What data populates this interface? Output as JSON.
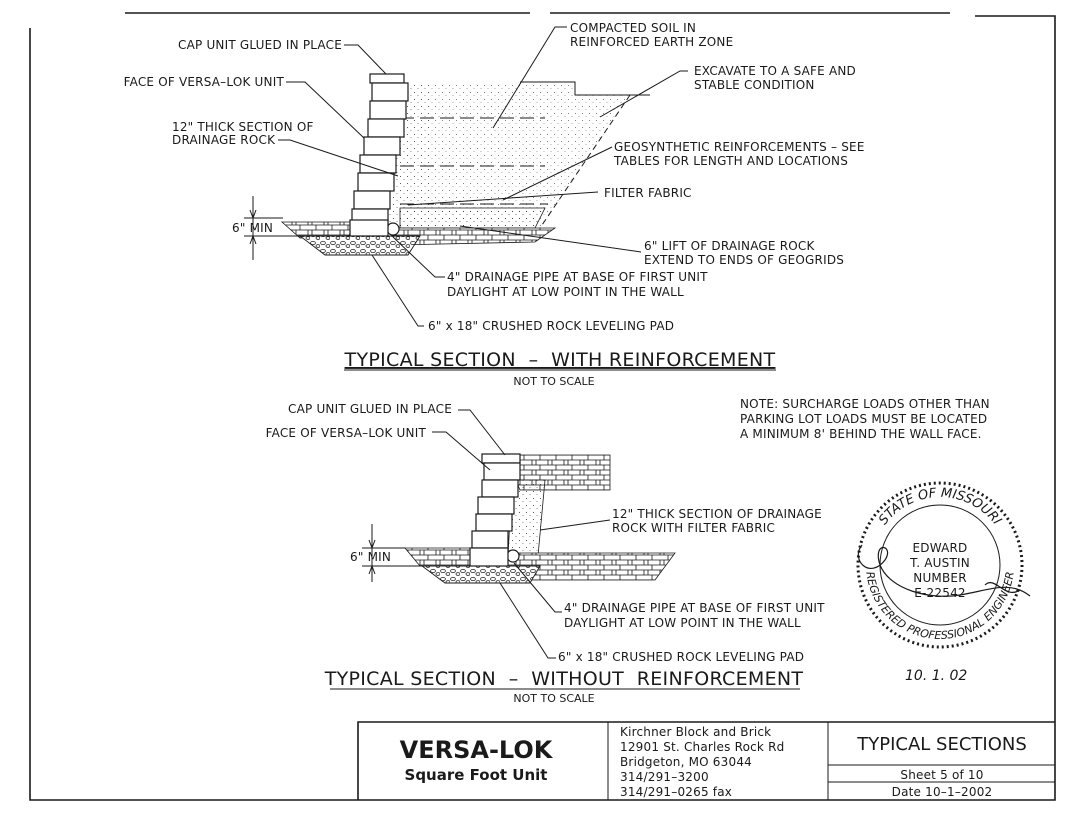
{
  "section_with": {
    "labels": {
      "cap": "CAP UNIT GLUED IN PLACE",
      "face": "FACE OF VERSA–LOK UNIT",
      "drain1": "12\" THICK SECTION OF",
      "drain2": "DRAINAGE ROCK",
      "soil1": "COMPACTED SOIL IN",
      "soil2": "REINFORCED EARTH ZONE",
      "excavate1": "EXCAVATE TO A SAFE AND",
      "excavate2": "STABLE CONDITION",
      "geo1": "GEOSYNTHETIC REINFORCEMENTS – SEE",
      "geo2": "TABLES FOR LENGTH AND LOCATIONS",
      "filter": "FILTER FABRIC",
      "min": "6\" MIN",
      "lift1": "6\" LIFT OF DRAINAGE ROCK",
      "lift2": "EXTEND TO ENDS OF GEOGRIDS",
      "pipe1": "4\" DRAINAGE PIPE AT BASE OF FIRST UNIT",
      "pipe2": "DAYLIGHT AT LOW POINT IN THE WALL",
      "pad": "6\" x 18\" CRUSHED ROCK LEVELING PAD"
    },
    "title": "TYPICAL SECTION  –  WITH REINFORCEMENT",
    "scale": "NOT TO SCALE"
  },
  "section_without": {
    "labels": {
      "cap": "CAP UNIT GLUED IN PLACE",
      "face": "FACE OF VERSA–LOK UNIT",
      "drain1": "12\" THICK SECTION OF DRAINAGE",
      "drain2": "ROCK WITH FILTER FABRIC",
      "min": "6\" MIN",
      "pipe1": "4\" DRAINAGE PIPE AT BASE OF FIRST UNIT",
      "pipe2": "DAYLIGHT AT LOW POINT IN THE WALL",
      "pad": "6\" x 18\" CRUSHED ROCK LEVELING PAD"
    },
    "title": "TYPICAL SECTION  –  WITHOUT  REINFORCEMENT",
    "scale": "NOT TO SCALE"
  },
  "note": {
    "line1": "NOTE:  SURCHARGE LOADS OTHER THAN",
    "line2": "PARKING LOT LOADS MUST BE LOCATED",
    "line3": "A MINIMUM 8' BEHIND THE WALL FACE."
  },
  "seal": {
    "ring_top": "STATE OF MISSOURI",
    "ring_bottom": "REGISTERED PROFESSIONAL ENGINEER",
    "name1": "EDWARD",
    "name2": "T. AUSTIN",
    "number_label": "NUMBER",
    "number": "E-22542",
    "handwritten_date": "10. 1. 02"
  },
  "title_block": {
    "product": "VERSA-LOK",
    "product_sub": "Square Foot Unit",
    "company": "Kirchner Block and Brick",
    "address1": "12901 St. Charles Rock Rd",
    "address2": "Bridgeton, MO  63044",
    "phone": "314/291–3200",
    "fax": "314/291–0265 fax",
    "sheet_title": "TYPICAL SECTIONS",
    "sheet": "Sheet 5 of 10",
    "date": "Date 10–1–2002"
  }
}
